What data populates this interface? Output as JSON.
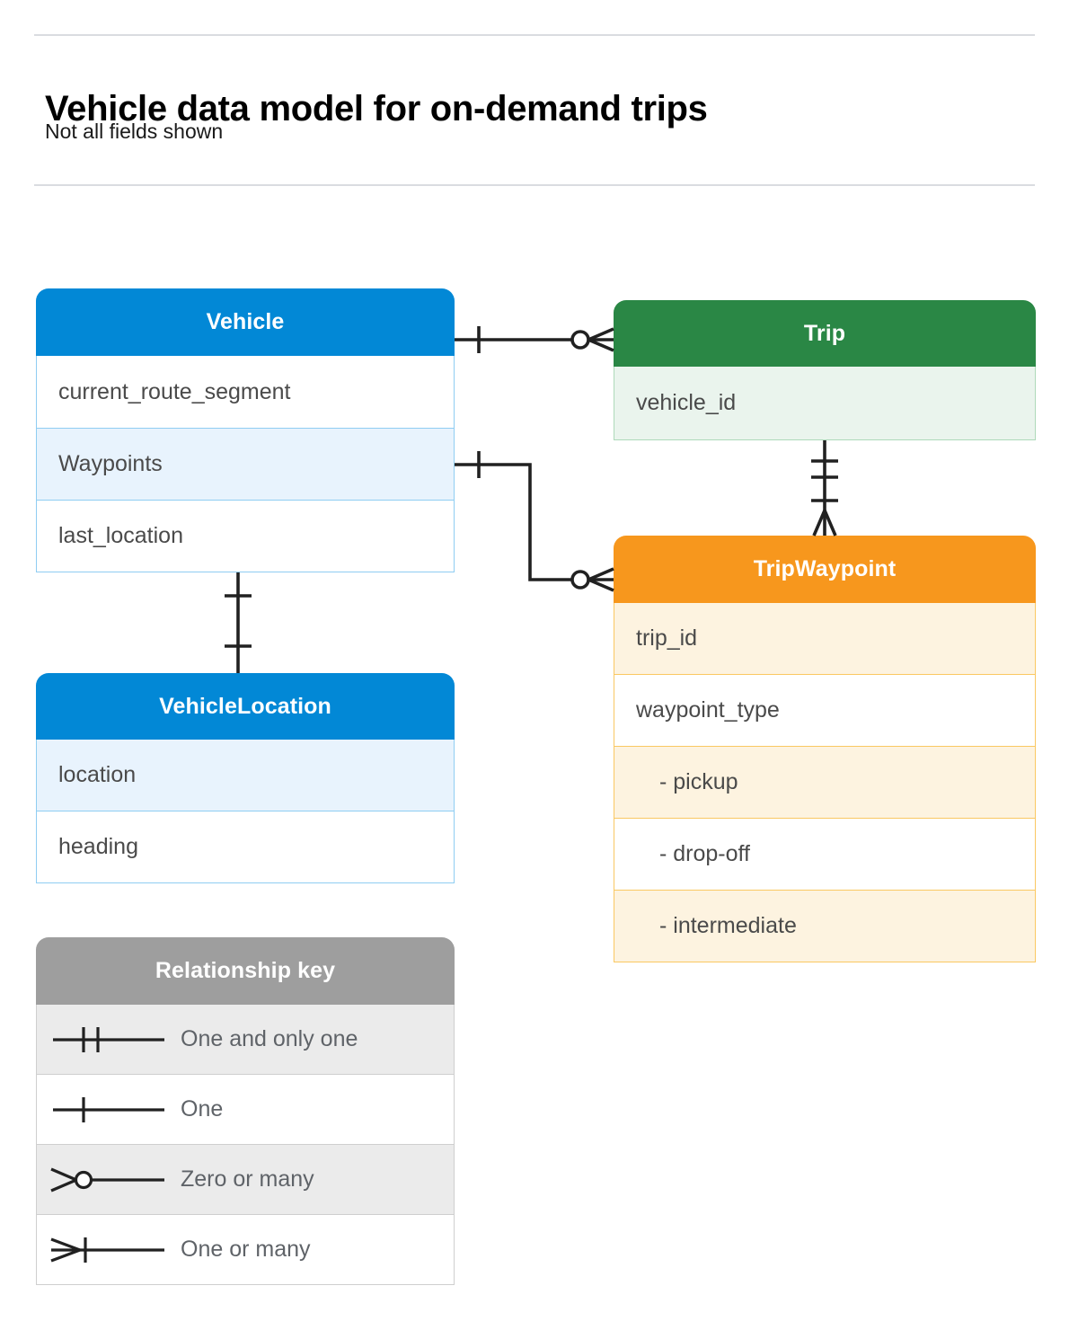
{
  "header": {
    "title": "Vehicle data model for on-demand trips",
    "subtitle": "Not all fields shown"
  },
  "colors": {
    "blue": "#0288d6",
    "blue_row_alt": "#e8f3fd",
    "blue_border": "#8fcdf2",
    "green": "#2a8745",
    "green_row_alt": "#eaf4ed",
    "green_border": "#aed9ba",
    "orange": "#f7971d",
    "orange_row_alt": "#fdf3e0",
    "orange_border": "#fac862",
    "grey": "#9e9e9e",
    "grey_row_alt": "#ebebeb",
    "connector": "#212121",
    "text": "#4a4a4a"
  },
  "entities": {
    "vehicle": {
      "name": "Vehicle",
      "fields": [
        {
          "label": "current_route_segment",
          "highlighted": false
        },
        {
          "label": "Waypoints",
          "highlighted": true
        },
        {
          "label": "last_location",
          "highlighted": false
        }
      ]
    },
    "vehicle_location": {
      "name": "VehicleLocation",
      "fields": [
        {
          "label": "location",
          "highlighted": true
        },
        {
          "label": "heading",
          "highlighted": false
        }
      ]
    },
    "trip": {
      "name": "Trip",
      "fields": [
        {
          "label": "vehicle_id",
          "highlighted": true
        }
      ]
    },
    "trip_waypoint": {
      "name": "TripWaypoint",
      "fields": [
        {
          "label": "trip_id",
          "highlighted": true
        },
        {
          "label": "waypoint_type",
          "highlighted": false
        },
        {
          "label": "-  pickup",
          "highlighted": true,
          "indent": true
        },
        {
          "label": "-  drop-off",
          "highlighted": false,
          "indent": true
        },
        {
          "label": "-  intermediate",
          "highlighted": true,
          "indent": true
        }
      ]
    }
  },
  "legend": {
    "title": "Relationship key",
    "items": [
      {
        "symbol": "one-and-only-one",
        "label": "One and only one"
      },
      {
        "symbol": "one",
        "label": "One"
      },
      {
        "symbol": "zero-or-many",
        "label": "Zero or many"
      },
      {
        "symbol": "one-or-many",
        "label": "One or many"
      }
    ]
  },
  "relationships": [
    {
      "id": "vehicle-trip",
      "from": "Vehicle",
      "to": "Trip",
      "from_cardinality": "one",
      "to_cardinality": "zero-or-many"
    },
    {
      "id": "vehicle-waypoints-tripwaypoint",
      "from": "Vehicle.Waypoints",
      "to": "TripWaypoint",
      "from_cardinality": "one",
      "to_cardinality": "zero-or-many"
    },
    {
      "id": "trip-tripwaypoint",
      "from": "Trip",
      "to": "TripWaypoint",
      "from_cardinality": "one-and-only-one",
      "to_cardinality": "one-or-many"
    },
    {
      "id": "vehicle-vehiclelocation",
      "from": "Vehicle",
      "to": "VehicleLocation",
      "from_cardinality": "one",
      "to_cardinality": "one"
    }
  ]
}
